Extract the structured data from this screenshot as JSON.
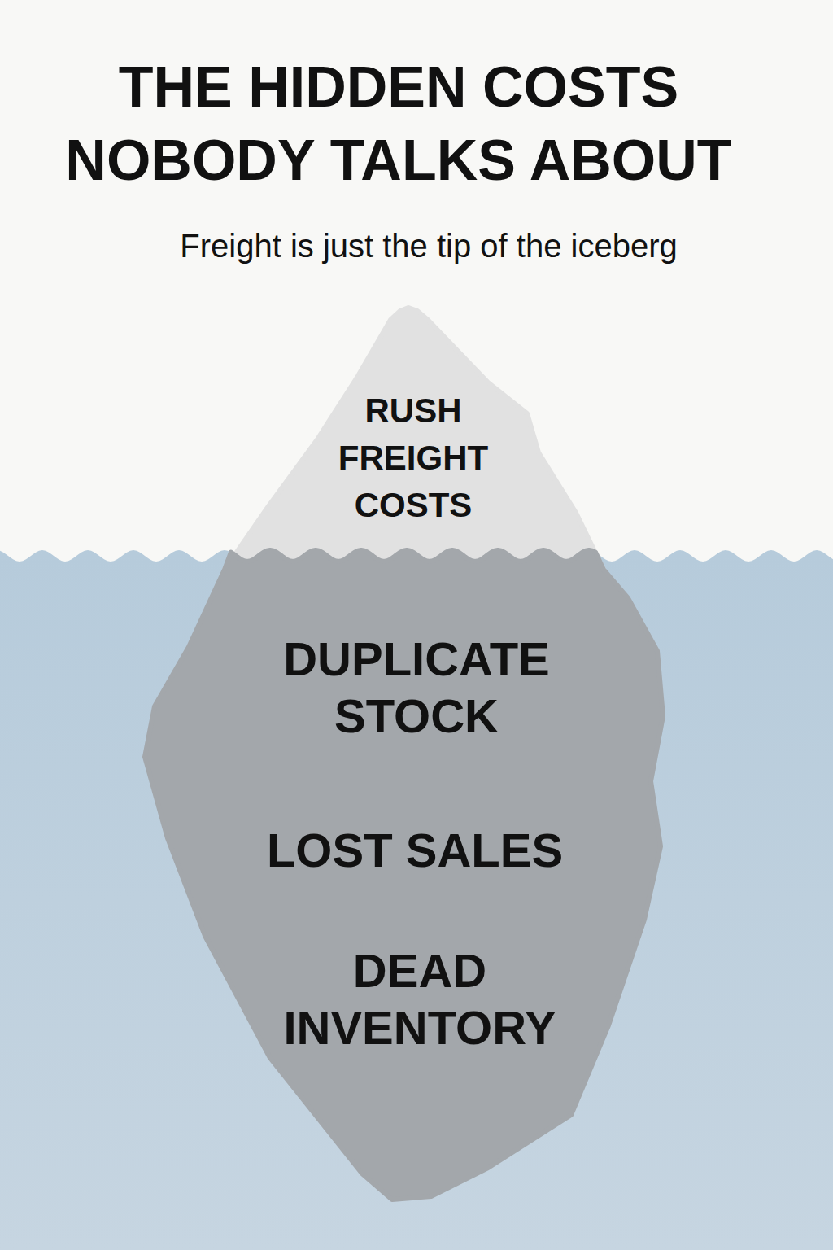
{
  "diagram": {
    "title": "THE HIDDEN COSTS NOBODY TALKS ABOUT",
    "nodes": [
      {
        "text": [
          "RUSH FREIGHT COSTS"
        ]
      },
      {
        "text": [
          "DUPLICATE STOCK",
          "LOST SALES",
          "DEAD INVENTORY"
        ]
      }
    ],
    "labels": [
      "Freight is just the tip of the iceberg"
    ]
  }
}
